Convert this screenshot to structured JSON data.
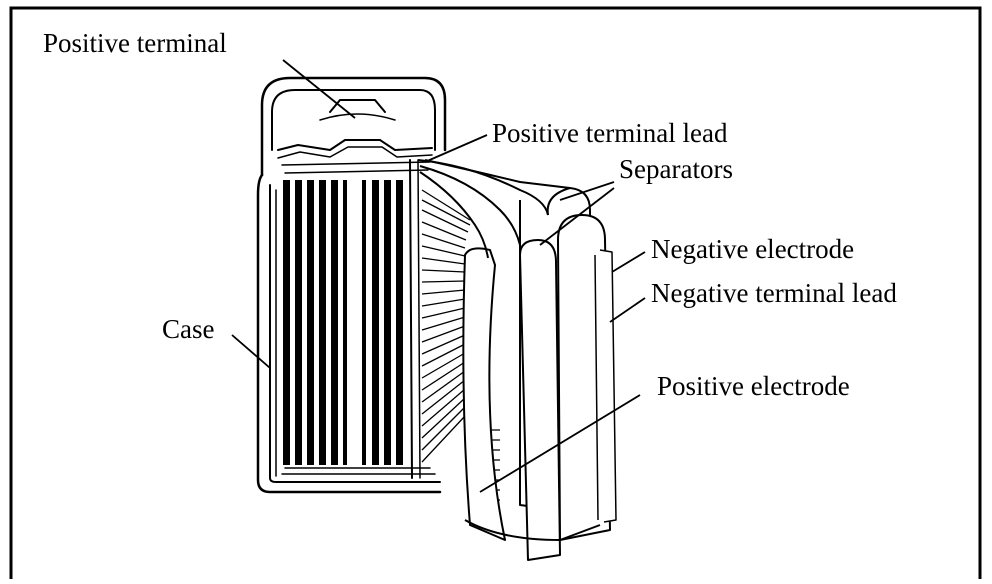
{
  "diagram": {
    "labels": {
      "positive_terminal": "Positive terminal",
      "positive_terminal_lead": "Positive terminal lead",
      "separators": "Separators",
      "negative_electrode": "Negative electrode",
      "negative_terminal_lead": "Negative terminal lead",
      "case": "Case",
      "positive_electrode": "Positive electrode"
    }
  }
}
